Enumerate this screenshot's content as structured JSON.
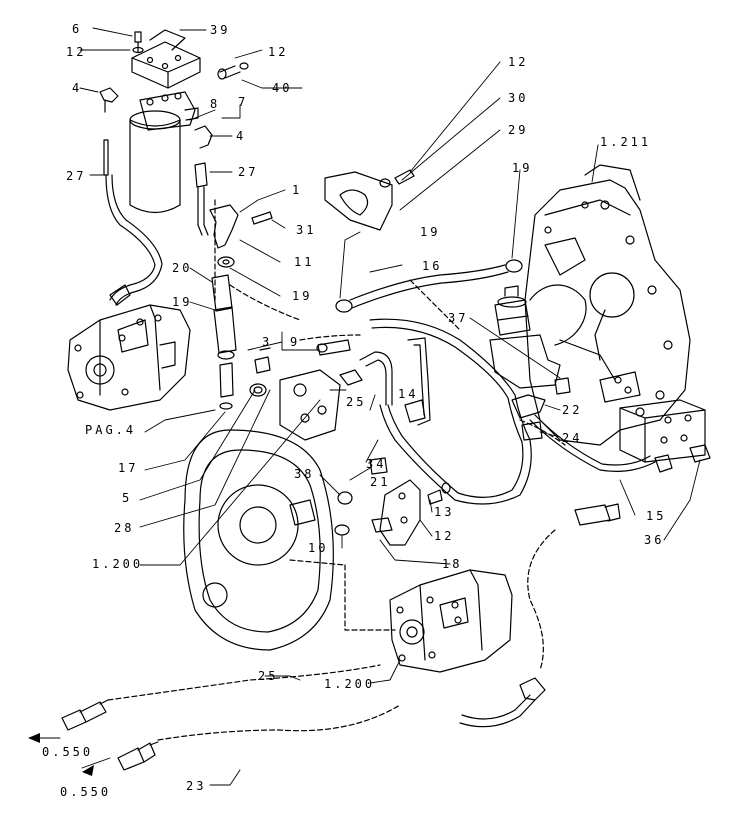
{
  "callouts": {
    "c6": "6",
    "c39": "39",
    "c12_top_left": "12",
    "c12_top_mid": "12",
    "c40": "40",
    "c4_left": "4",
    "c7": "7",
    "c8": "8",
    "c4_mid": "4",
    "c27_left": "27",
    "c27_mid": "27",
    "c1": "1",
    "c31": "31",
    "c11": "11",
    "c20": "20",
    "c19_left": "19",
    "c19_mid": "19",
    "c19_upper": "19",
    "c19_right": "19",
    "c16": "16",
    "c12_right": "12",
    "c30": "30",
    "c29": "29",
    "c1211": "1.211",
    "c3": "3",
    "c9": "9",
    "c37": "37",
    "c25": "25",
    "c14": "14",
    "c22": "22",
    "c24": "24",
    "c34": "34",
    "cpag4": "PAG.4",
    "c17": "17",
    "c5": "5",
    "c28": "28",
    "c1200_mid": "1.200",
    "c38": "38",
    "c21": "21",
    "c13": "13",
    "c12_lower": "12",
    "c18": "18",
    "c10": "10",
    "c15": "15",
    "c36": "36",
    "c25_bottom": "25",
    "c1200_bottom": "1.200",
    "c0550_a": "0.550",
    "c0550_b": "0.550",
    "c23": "23"
  }
}
